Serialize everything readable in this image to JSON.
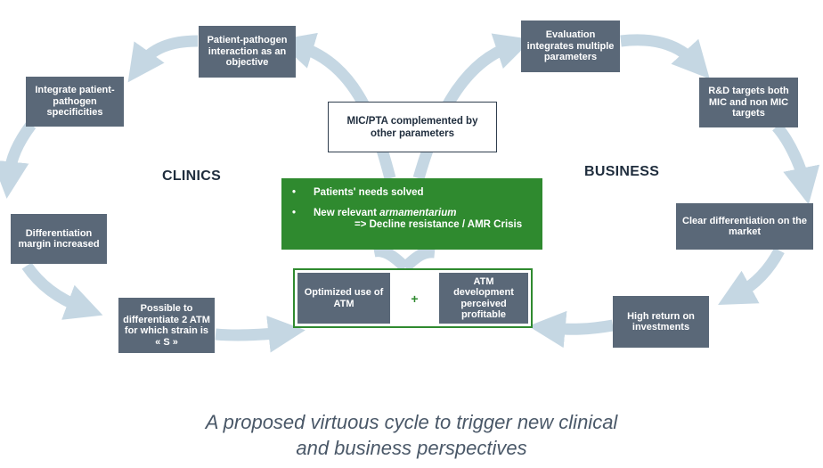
{
  "colors": {
    "box": "#5a6878",
    "arrow": "#c5d7e3",
    "green": "#2f8a2f",
    "dark_text": "#1f2d3d",
    "caption": "#4a5868"
  },
  "labels": {
    "clinics": "CLINICS",
    "business": "BUSINESS"
  },
  "center": {
    "mic_pta": "MIC/PTA complemented by other parameters",
    "green": {
      "bullet_symbol": "•",
      "point1": "Patients' needs solved",
      "point2_prefix": "New relevant ",
      "point2_italic": "armamentarium",
      "point2_line2": "=> Decline resistance / AMR Crisis"
    },
    "combo": {
      "left": "Optimized use of ATM",
      "plus": "+",
      "right": "ATM development perceived profitable"
    }
  },
  "clinics_boxes": {
    "patient_pathogen": "Patient-pathogen interaction as an objective",
    "integrate": "Integrate patient-pathogen specificities",
    "differentiation_margin": "Differentiation margin increased",
    "possible_differentiate": "Possible to differentiate 2 ATM for which strain is « S »"
  },
  "business_boxes": {
    "evaluation": "Evaluation integrates multiple parameters",
    "rd_targets": "R&D targets both MIC and non MIC targets",
    "clear_differentiation": "Clear differentiation on the market",
    "high_return": "High return on investments"
  },
  "caption": {
    "line1": "A proposed virtuous cycle to trigger new clinical",
    "line2": "and business perspectives"
  }
}
